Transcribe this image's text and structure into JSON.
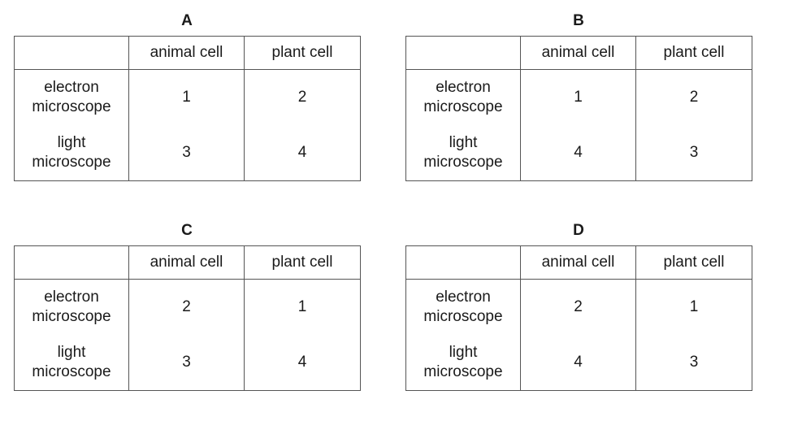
{
  "header": {
    "col1": "animal cell",
    "col2": "plant cell"
  },
  "row_labels": {
    "electron": "electron\nmicroscope",
    "light": "light\nmicroscope"
  },
  "panels": [
    {
      "label": "A",
      "electron": [
        "1",
        "2"
      ],
      "light": [
        "3",
        "4"
      ]
    },
    {
      "label": "B",
      "electron": [
        "1",
        "2"
      ],
      "light": [
        "4",
        "3"
      ]
    },
    {
      "label": "C",
      "electron": [
        "2",
        "1"
      ],
      "light": [
        "3",
        "4"
      ]
    },
    {
      "label": "D",
      "electron": [
        "2",
        "1"
      ],
      "light": [
        "4",
        "3"
      ]
    }
  ]
}
